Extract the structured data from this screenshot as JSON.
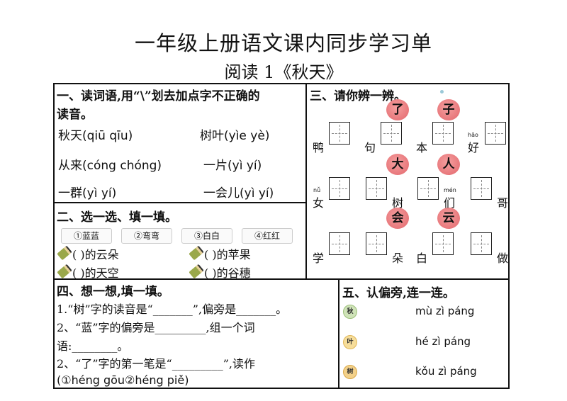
{
  "page": {
    "title": "一年级上册语文课内同步学习单",
    "subtitle": "阅读 1《秋天》"
  },
  "section1": {
    "heading_line1": "一、读词语,用“\\”划去加点字不正确的",
    "heading_line2": "读音。",
    "items": [
      "秋天(qiū qīu)",
      "树叶(yìe yè)",
      "从来(cóng chóng)",
      "一片(yì yí)",
      "一群(yì yí)",
      "一会儿(yì yí)"
    ]
  },
  "section2": {
    "heading": "二、选一选、填一填。",
    "options": [
      "①蓝蓝",
      "②弯弯",
      "③白白",
      "④红红"
    ],
    "blanks": [
      "(        )的云朵",
      "(        )的苹果",
      "(        )的天空",
      "(        )的谷穗"
    ]
  },
  "section3": {
    "heading": "三、请你辨一辨。",
    "bubbles": [
      "了",
      "子",
      "大",
      "人",
      "会",
      "云"
    ],
    "row1_chars": [
      "鸭",
      "句",
      "本",
      "好"
    ],
    "row2_chars": [
      "女",
      "树",
      "们",
      "哥"
    ],
    "row3_chars": [
      "学",
      "朵",
      "白",
      "做"
    ],
    "pinyin_hints": [
      "hāo",
      "nǚ",
      "mén"
    ]
  },
  "section4": {
    "heading": "四、想一想,填一填。",
    "line1": "1.“树”字的读音是“_______”,偏旁是_______。",
    "line2": "2、“蓝”字的偏旁是_________,组一个词",
    "line3": "语:________。",
    "line4": "2、“了”字的第一笔是“_________”,读作",
    "line5": "(①héng gōu②héng piě)"
  },
  "section5": {
    "heading": "五、认偏旁,连一连。",
    "chars": [
      "秋",
      "叶",
      "树"
    ],
    "pinyin": [
      "mù zì páng",
      "hé zì páng",
      "kǒu zì páng"
    ]
  }
}
